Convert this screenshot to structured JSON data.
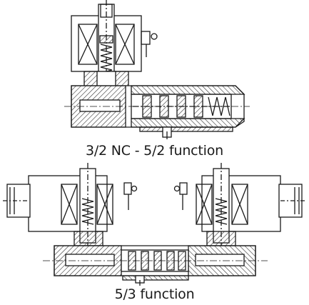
{
  "figures": [
    {
      "caption": "3/2 NC - 5/2 function"
    },
    {
      "caption": "5/3 function"
    }
  ],
  "colors": {
    "line": "#1a1a1a",
    "hatch": "#333333",
    "background": "#ffffff"
  },
  "icons": [
    "solenoid-coil",
    "valve-spool",
    "electrical-connector"
  ]
}
